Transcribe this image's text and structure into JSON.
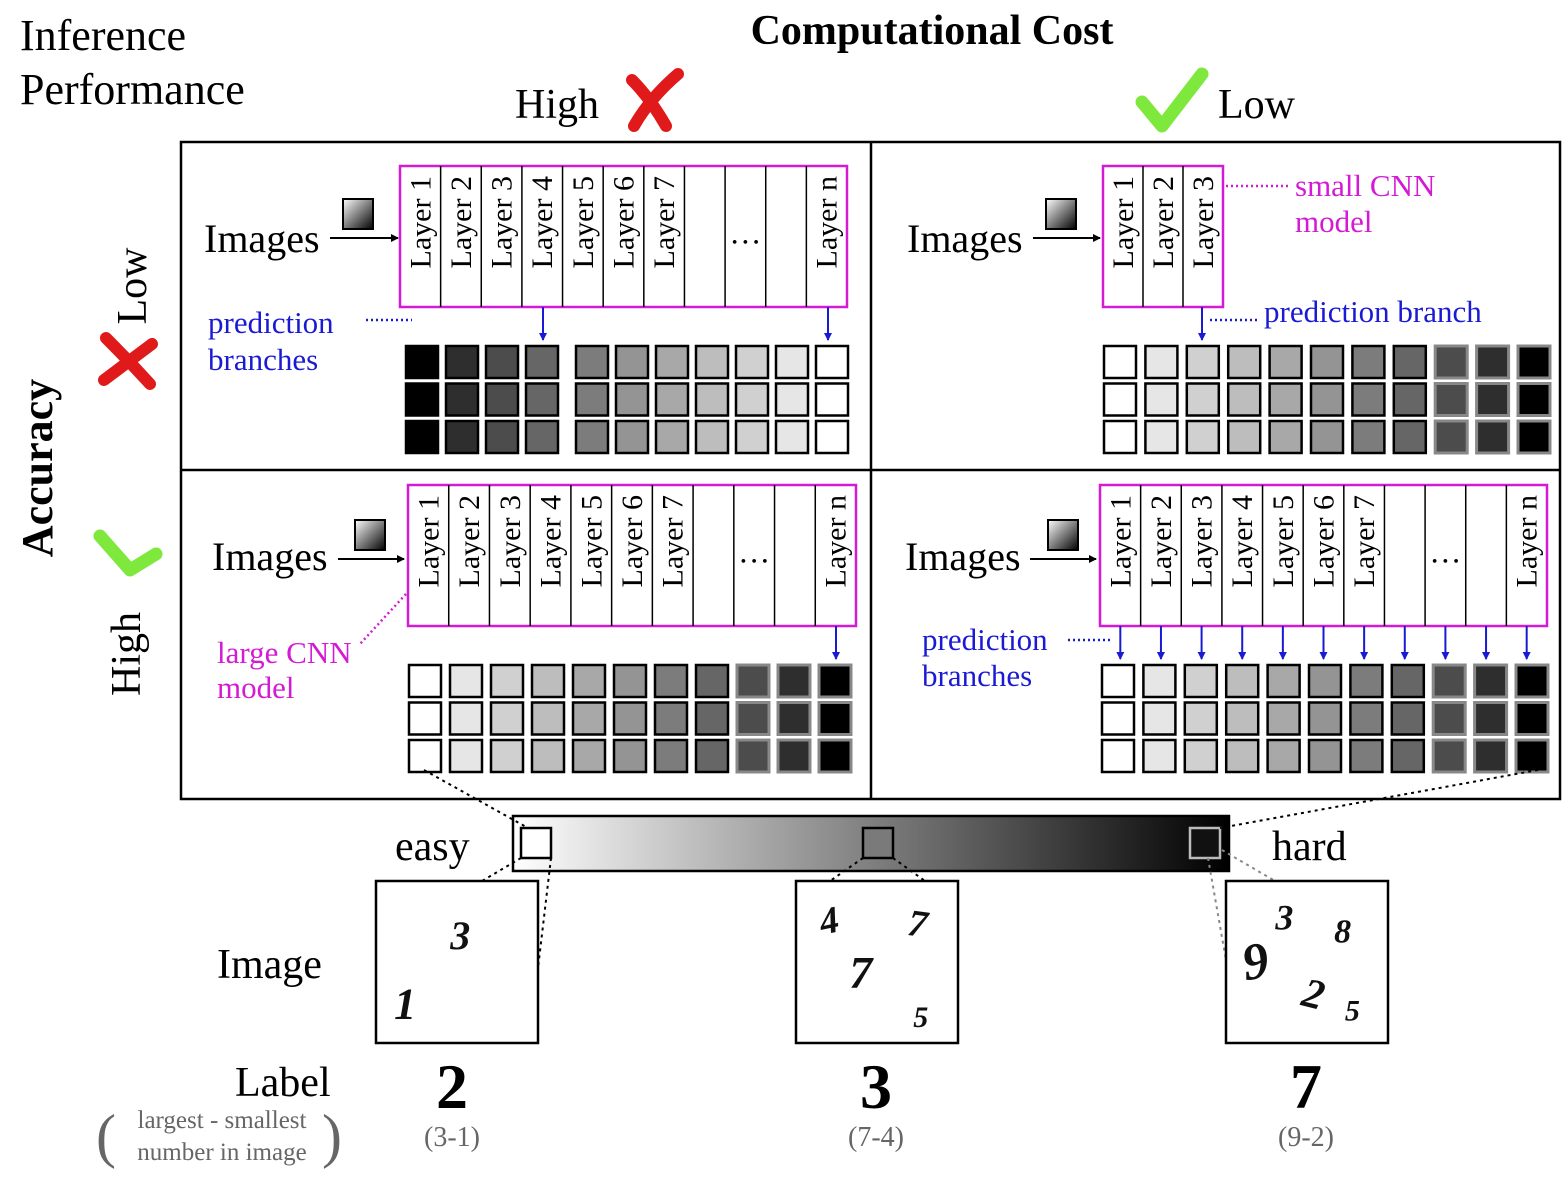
{
  "header": {
    "inference_line1": "Inference",
    "inference_line2": "Performance",
    "cost_title": "Computational Cost",
    "cost_high": "High",
    "cost_low": "Low",
    "accuracy": "Accuracy",
    "acc_low": "Low",
    "acc_high": "High"
  },
  "panels": {
    "images_label": "Images",
    "layers_full": [
      "Layer 1",
      "Layer 2",
      "Layer 3",
      "Layer 4",
      "Layer 5",
      "Layer 6",
      "Layer 7",
      "",
      "…",
      "",
      "Layer n"
    ],
    "layers_small": [
      "Layer 1",
      "Layer 2",
      "Layer 3"
    ],
    "tl_branches": [
      "prediction",
      "branches"
    ],
    "tr_model": [
      "small CNN",
      "model"
    ],
    "tr_branch": "prediction branch",
    "bl_model": [
      "large CNN",
      "model"
    ],
    "br_branches": [
      "prediction",
      "branches"
    ]
  },
  "difficulty": {
    "easy": "easy",
    "hard": "hard"
  },
  "examples": {
    "image_label": "Image",
    "label_label": "Label",
    "label_note_line1": "largest - smallest",
    "label_note_line2": "number in image",
    "paren_open": "(",
    "paren_close": ")",
    "items": [
      {
        "digits": [
          "3",
          "1"
        ],
        "label": "2",
        "calc": "(3-1)"
      },
      {
        "digits": [
          "4",
          "7",
          "7",
          "5"
        ],
        "label": "3",
        "calc": "(7-4)"
      },
      {
        "digits": [
          "3",
          "8",
          "9",
          "2",
          "5"
        ],
        "label": "7",
        "calc": "(9-2)"
      }
    ]
  },
  "colors": {
    "magenta": "#d41ad4",
    "blue": "#1a1ad4",
    "cross_red": "#e01a1a",
    "check_green": "#7ee83c"
  },
  "icons": {
    "cross": "cross-icon",
    "check": "check-icon",
    "image": "image-thumbnail-icon"
  }
}
